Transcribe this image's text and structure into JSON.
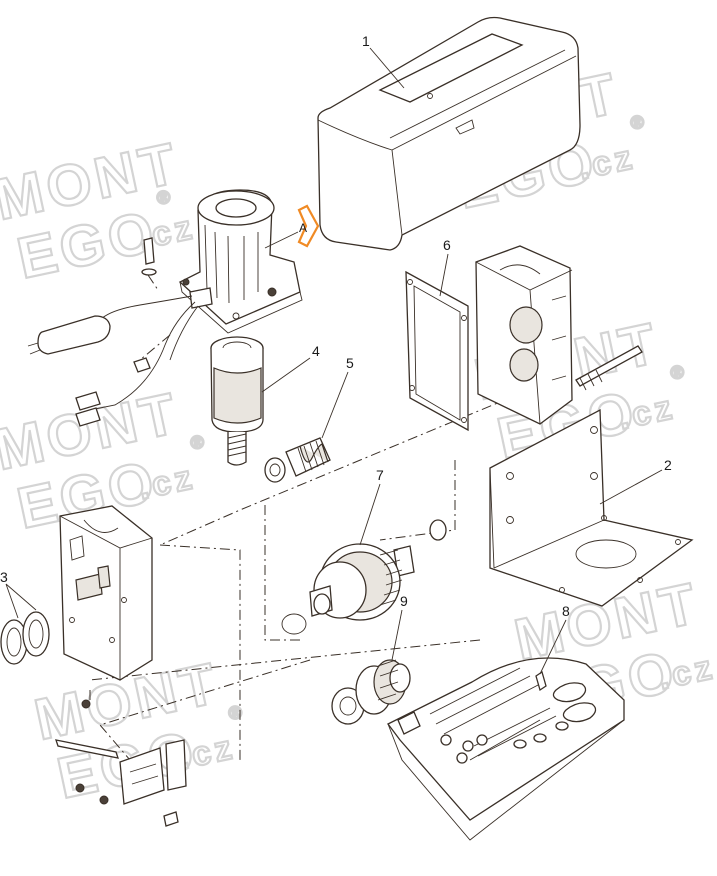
{
  "watermark": {
    "line1": "MONT",
    "line2": "EGO",
    "suffix": ".cz",
    "mark": "®",
    "color": "#d4d4d4"
  },
  "callouts": {
    "part1": "1",
    "part2": "2",
    "part3": "3",
    "part4": "4",
    "part5": "5",
    "part6": "6",
    "part7": "7",
    "part8": "8",
    "part9": "9",
    "highlight": "A"
  },
  "highlight_color": "#f08a24",
  "line_color": "#3a3028"
}
